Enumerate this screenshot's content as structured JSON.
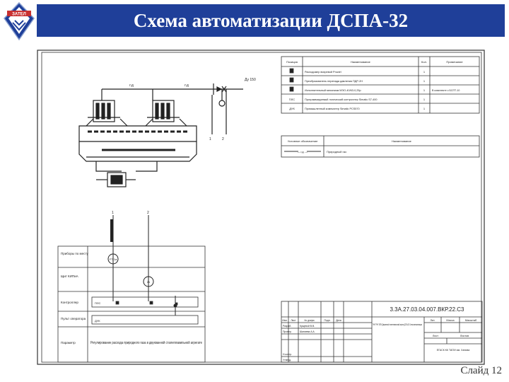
{
  "header": {
    "title": "Схема автоматизации ДСПА-32",
    "logo_text": "ЗАТЕЛ"
  },
  "drawing": {
    "spec_table": {
      "headers": [
        "Позиция",
        "Наименование",
        "Кол.",
        "Примечание"
      ],
      "rows": [
        {
          "pos": "",
          "name": "Расходомер вихревой Prowirl",
          "qty": "1",
          "note": ""
        },
        {
          "pos": "",
          "name": "Преобразователь перепада давления ПДР-2Н",
          "qty": "1",
          "note": ""
        },
        {
          "pos": "",
          "name": "Исполнительный механизм МЭО-40/63-0,25р",
          "qty": "1",
          "note": "В комплекте с БСПТ-10"
        },
        {
          "pos": "ПЛС",
          "name": "Программируемый логический контроллер Simatic S7-400",
          "qty": "1",
          "note": ""
        },
        {
          "pos": "ДУК",
          "name": "Промышленный компьютер Simatic PCS570",
          "qty": "1",
          "note": ""
        }
      ]
    },
    "legend_table": {
      "headers": [
        "Условное обозначение",
        "Наименование"
      ],
      "rows": [
        {
          "symbol": "— г.д. —",
          "name": "Природный газ"
        }
      ]
    },
    "labels": {
      "gas_1": "г.д",
      "gas_2": "г.д",
      "dn": "Ду 150",
      "pos_1": "1",
      "pos_2": "2",
      "pos_1b": "1",
      "pos_2b": "2",
      "inst_1": "FT\n1a",
      "inst_2": "2b"
    },
    "bottom_rows": {
      "r1": "Приборы по месту",
      "r2": "Щит КИПиА",
      "r3": "Контроллер",
      "r4": "Пульт оператора",
      "r5": "Параметр",
      "ctrl": "ПЛС",
      "op": "ДУК",
      "param": "Регулирование расхода природного газа в двухванной сталеплавильной агрегате"
    },
    "title_block": {
      "code": "3.3А.27.03.04.007.ВКР.22.С3",
      "desc": "ТНФ ТРНГ ЗЕПУ Двухванный сталеплавильный агрегат ДСПА-32 Схема автоматизации",
      "lit": "Лит.",
      "mass": "Масса",
      "scale": "Масштаб",
      "sheet": "Лист",
      "sheets": "Листов",
      "org": "ЕГАСК КК ТАПИ им. Ханова",
      "roles": [
        "Разраб.",
        "Провер.",
        "Н.контр.",
        "Утверд."
      ],
      "names": [
        "Кущевой В.В.",
        "Шапиева А.А.",
        "",
        ""
      ],
      "cols": [
        "Изм.",
        "Лист",
        "№ докум.",
        "Подп.",
        "Дата"
      ]
    }
  },
  "footer": {
    "slide": "Слайд 12"
  }
}
